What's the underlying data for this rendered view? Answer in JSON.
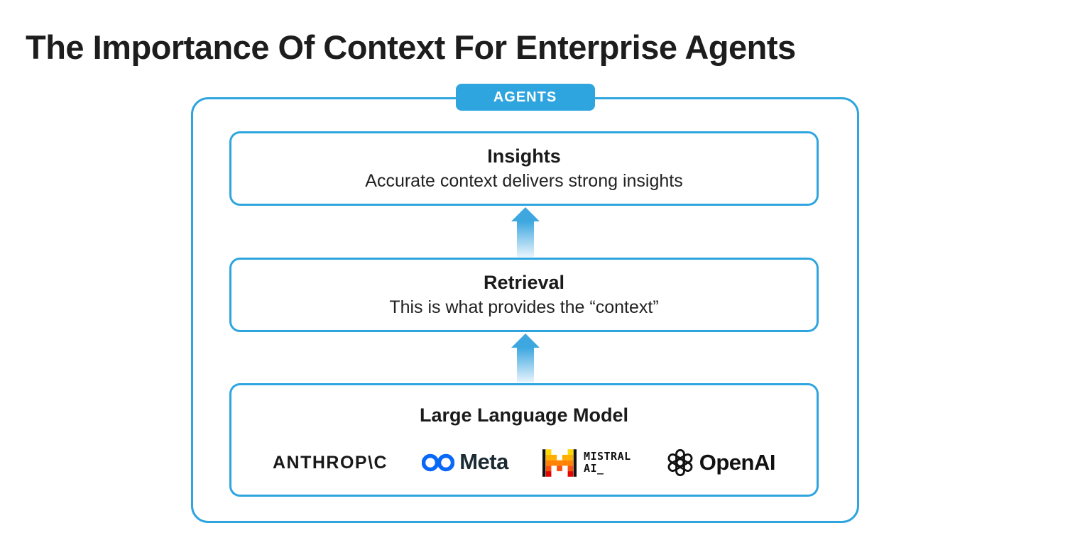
{
  "page": {
    "title": "The Importance Of Context For Enterprise Agents"
  },
  "diagram": {
    "container_label": "AGENTS",
    "accent_color": "#2FA5DF",
    "arrow_color_top": "#3EA7E0",
    "arrow_color_bottom": "#E8F4FC",
    "boxes": [
      {
        "id": "insights",
        "title": "Insights",
        "subtitle": "Accurate context delivers strong insights"
      },
      {
        "id": "retrieval",
        "title": "Retrieval",
        "subtitle": "This is what provides the “context”"
      },
      {
        "id": "llm",
        "title": "Large Language Model"
      }
    ],
    "arrows": [
      {
        "from": "llm",
        "to": "retrieval",
        "direction": "up"
      },
      {
        "from": "retrieval",
        "to": "insights",
        "direction": "up"
      }
    ],
    "logos": {
      "anthropic": {
        "label": "ANTHROP\\C",
        "color": "#181818"
      },
      "meta": {
        "label": "Meta",
        "symbol_color": "#0868F7",
        "text_color": "#1C2B33"
      },
      "mistral": {
        "label_line1": "MISTRAL",
        "label_line2": "AI_",
        "bar_color": "#111111",
        "row_colors": [
          "#FFD800",
          "#FFAF00",
          "#FF8205",
          "#FA500F",
          "#E10500"
        ]
      },
      "openai": {
        "label": "OpenAI",
        "color": "#111111"
      }
    }
  }
}
